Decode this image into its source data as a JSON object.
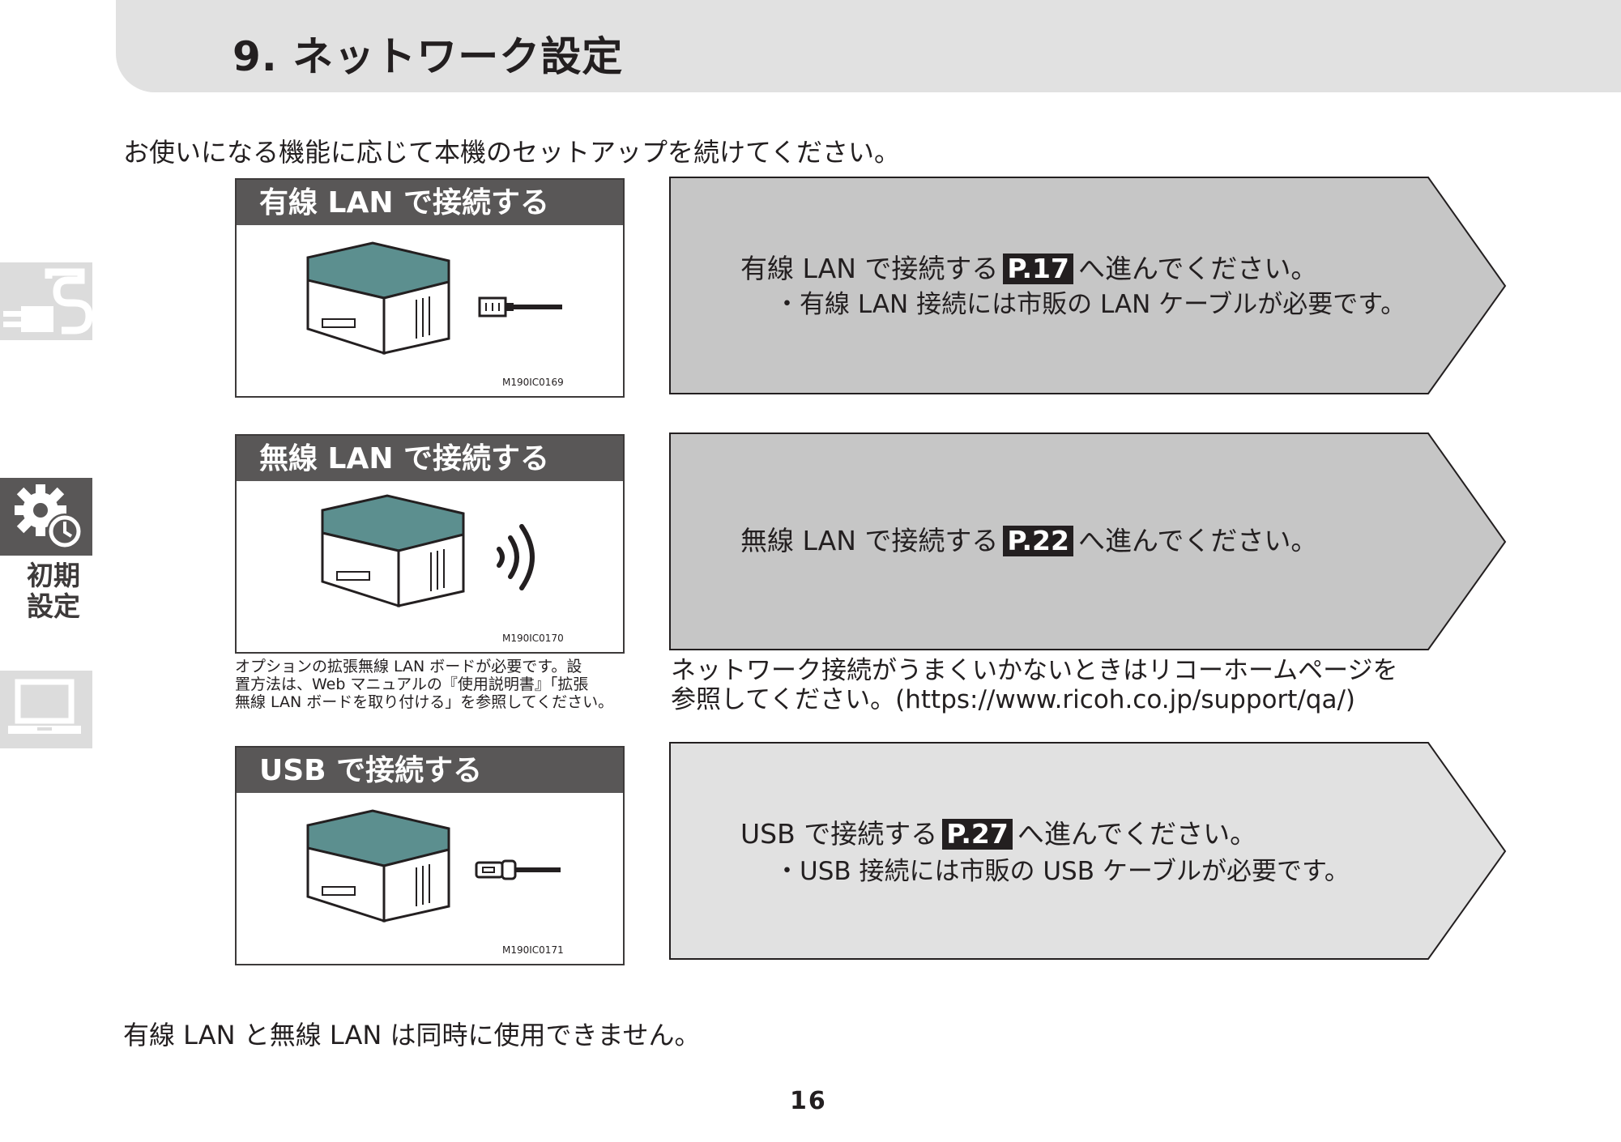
{
  "header": {
    "title": "9. ネットワーク設定"
  },
  "intro": "お使いになる機能に応じて本機のセットアップを続けてください。",
  "side_tabs": [
    {
      "icon": "power-plug-icon"
    },
    {
      "icon": "gear-clock-icon",
      "label_line1": "初期",
      "label_line2": "設定"
    },
    {
      "icon": "laptop-icon"
    }
  ],
  "sections": [
    {
      "card_title": "有線 LAN で接続する",
      "figure_code": "M190IC0169",
      "connector_icon": "ethernet-cable-icon",
      "panel_text_before": "有線 LAN で接続する",
      "ref": "P.17",
      "panel_text_after": "へ進んでください。",
      "panel_sub": "・有線 LAN 接続には市販の LAN ケーブルが必要です。",
      "panel_color": "#c6c6c6"
    },
    {
      "card_title": "無線 LAN で接続する",
      "figure_code": "M190IC0170",
      "connector_icon": "wireless-signal-icon",
      "panel_text_before": "無線 LAN で接続する",
      "ref": "P.22",
      "panel_text_after": "へ進んでください。",
      "panel_color": "#c6c6c6"
    },
    {
      "card_title": "USB で接続する",
      "figure_code": "M190IC0171",
      "connector_icon": "usb-cable-icon",
      "panel_text_before": "USB で接続する",
      "ref": "P.27",
      "panel_text_after": "へ進んでください。",
      "panel_sub": "・USB 接続には市販の USB ケーブルが必要です。",
      "panel_color": "#e1e1e1"
    }
  ],
  "wireless_note": {
    "line1": "オプションの拡張無線 LAN ボードが必要です。設",
    "line2": "置方法は、Web マニュアルの『使用説明書』「拡張",
    "line3": "無線 LAN ボードを取り付ける」を参照してください。"
  },
  "trouble_note": {
    "line1": "ネットワーク接続がうまくいかないときはリコーホームページを",
    "line2": "参照してください。(https://www.ricoh.co.jp/support/qa/)"
  },
  "footer_note": "有線 LAN と無線 LAN は同時に使用できません。",
  "page_number": "16"
}
